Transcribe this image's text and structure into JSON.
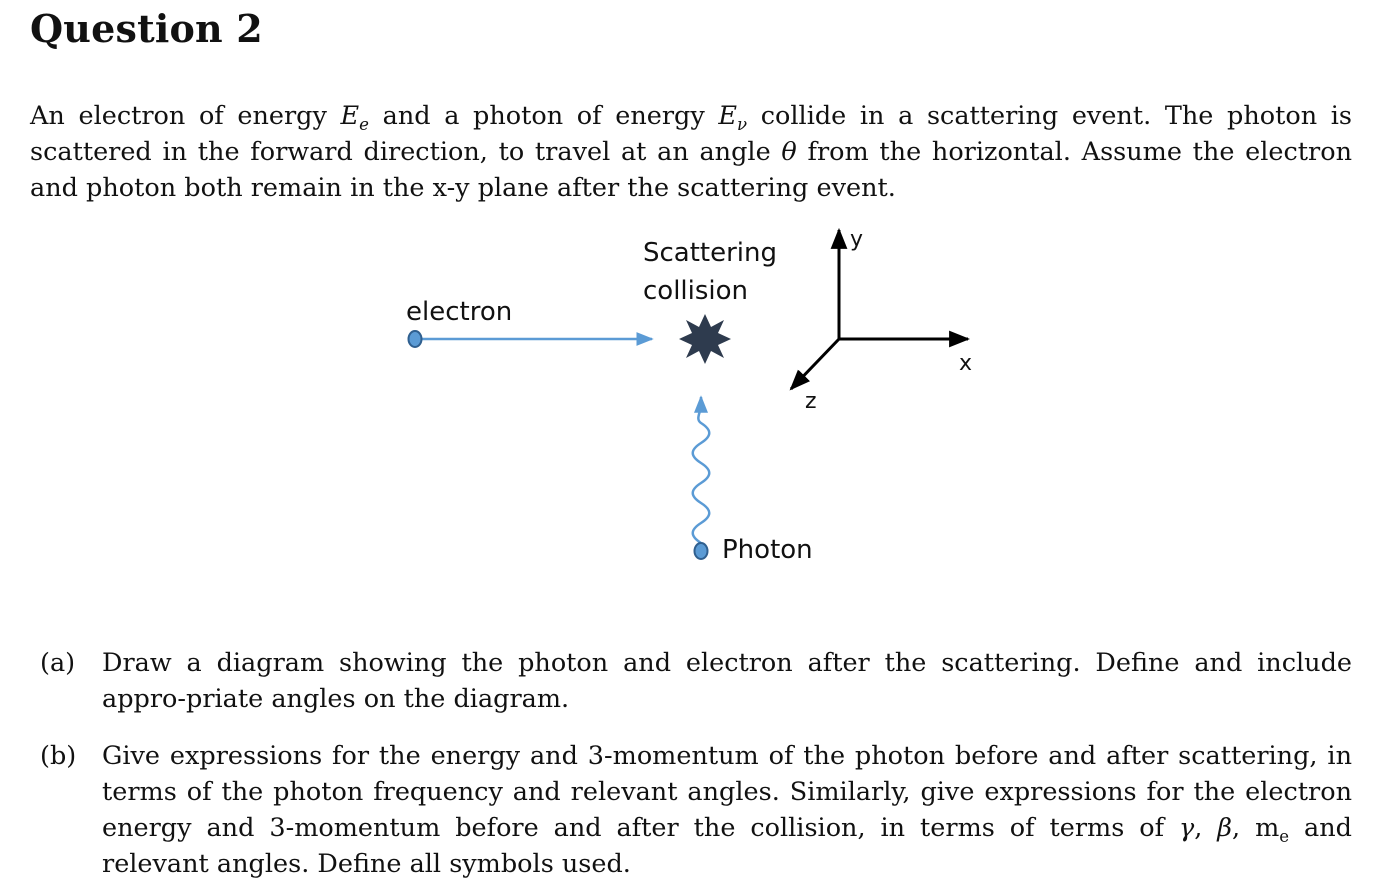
{
  "question": {
    "title": "Question 2"
  },
  "intro": {
    "part1": "An electron of energy ",
    "sym_Ee": "E",
    "sub_e": "e",
    "part2": " and a photon of energy ",
    "sym_Ev": "E",
    "sub_v": "ν",
    "part3": " collide in a scattering event. The photon is scattered in the forward direction, to travel at an angle ",
    "sym_theta": "θ",
    "part4": " from the horizontal. Assume the electron and photon both remain in the x-y plane after the scattering event."
  },
  "figure": {
    "electron_label": "electron",
    "collision_label_line1": "Scattering",
    "collision_label_line2": "collision",
    "photon_label": "Photon",
    "axis_y": "y",
    "axis_x": "x",
    "axis_z": "z",
    "colors": {
      "particle_fill": "#5b9bd5",
      "particle_stroke": "#2f5f8f",
      "track": "#5b9bd5",
      "star": "#2e3b4e",
      "axes": "#000000"
    }
  },
  "parts": {
    "a": {
      "tag": "(a)",
      "text": "Draw a diagram showing the photon and electron after the scattering. Define and include appro-priate angles on the diagram."
    },
    "b": {
      "tag": "(b)",
      "text1": "Give expressions for the energy and 3-momentum of the photon before and after scattering, in terms of the photon frequency and relevant angles. Similarly, give expressions for the electron energy and 3-momentum before and after the collision, in terms of terms of ",
      "sym_gamma": "γ",
      "sep1": ", ",
      "sym_beta": "β",
      "sep2": ", m",
      "sub_e": "e",
      "text2": " and relevant angles. Define all symbols used."
    }
  }
}
